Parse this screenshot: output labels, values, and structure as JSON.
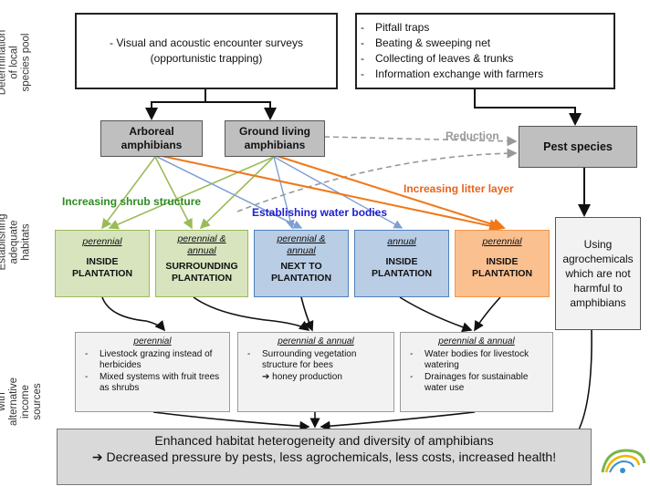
{
  "side_labels": {
    "row1": "Determination of local species pool",
    "row2": "Establishing adequate habitats",
    "row3": "Coupling with alternative income sources"
  },
  "surveys_box": "- Visual and acoustic encounter surveys (opportunistic trapping)",
  "methods": [
    "Pitfall traps",
    "Beating & sweeping net",
    "Collecting of leaves & trunks",
    "Information exchange with farmers"
  ],
  "arboreal": "Arboreal amphibians",
  "ground": "Ground living amphibians",
  "pest": "Pest species",
  "reduction": "Reduction",
  "agro": "Using agrochemicals which are not harmful to amphibians",
  "labels": {
    "shrub": "Increasing shrub structure",
    "water": "Establishing water bodies",
    "litter": "Increasing litter layer"
  },
  "habitats": [
    {
      "duration": "perennial",
      "name": "INSIDE PLANTATION"
    },
    {
      "duration": "perennial & annual",
      "name": "SURROUNDING PLANTATION"
    },
    {
      "duration": "perennial & annual",
      "name": "NEXT TO PLANTATION"
    },
    {
      "duration": "annual",
      "name": "INSIDE PLANTATION"
    },
    {
      "duration": "perennial",
      "name": "INSIDE PLANTATION"
    }
  ],
  "income": [
    {
      "duration": "perennial",
      "items": [
        "Livestock grazing instead of herbicides",
        "Mixed systems with fruit trees as shrubs"
      ]
    },
    {
      "duration": "perennial & annual",
      "items": [
        "Surrounding vegetation structure for bees"
      ],
      "extra": "➔ honey production"
    },
    {
      "duration": "perennial & annual",
      "items": [
        "Water bodies for livestock watering",
        "Drainages for sustainable water use"
      ]
    }
  ],
  "result": {
    "line1": "Enhanced habitat heterogeneity and diversity of amphibians",
    "line2": "➔ Decreased pressure by pests, less agrochemicals, less costs, increased health!"
  },
  "colors": {
    "green_fill": "#d7e4bd",
    "green_line": "#9bbb59",
    "green_text": "#2e8b22",
    "blue_fill": "#b9cde5",
    "blue_line": "#4f81bd",
    "blue_text": "#2020d0",
    "orange_fill": "#fac090",
    "orange_line": "#f79646",
    "orange_text": "#e8641a",
    "gray_fill": "#bfbfbf"
  },
  "logo_icon": "logo-icon"
}
